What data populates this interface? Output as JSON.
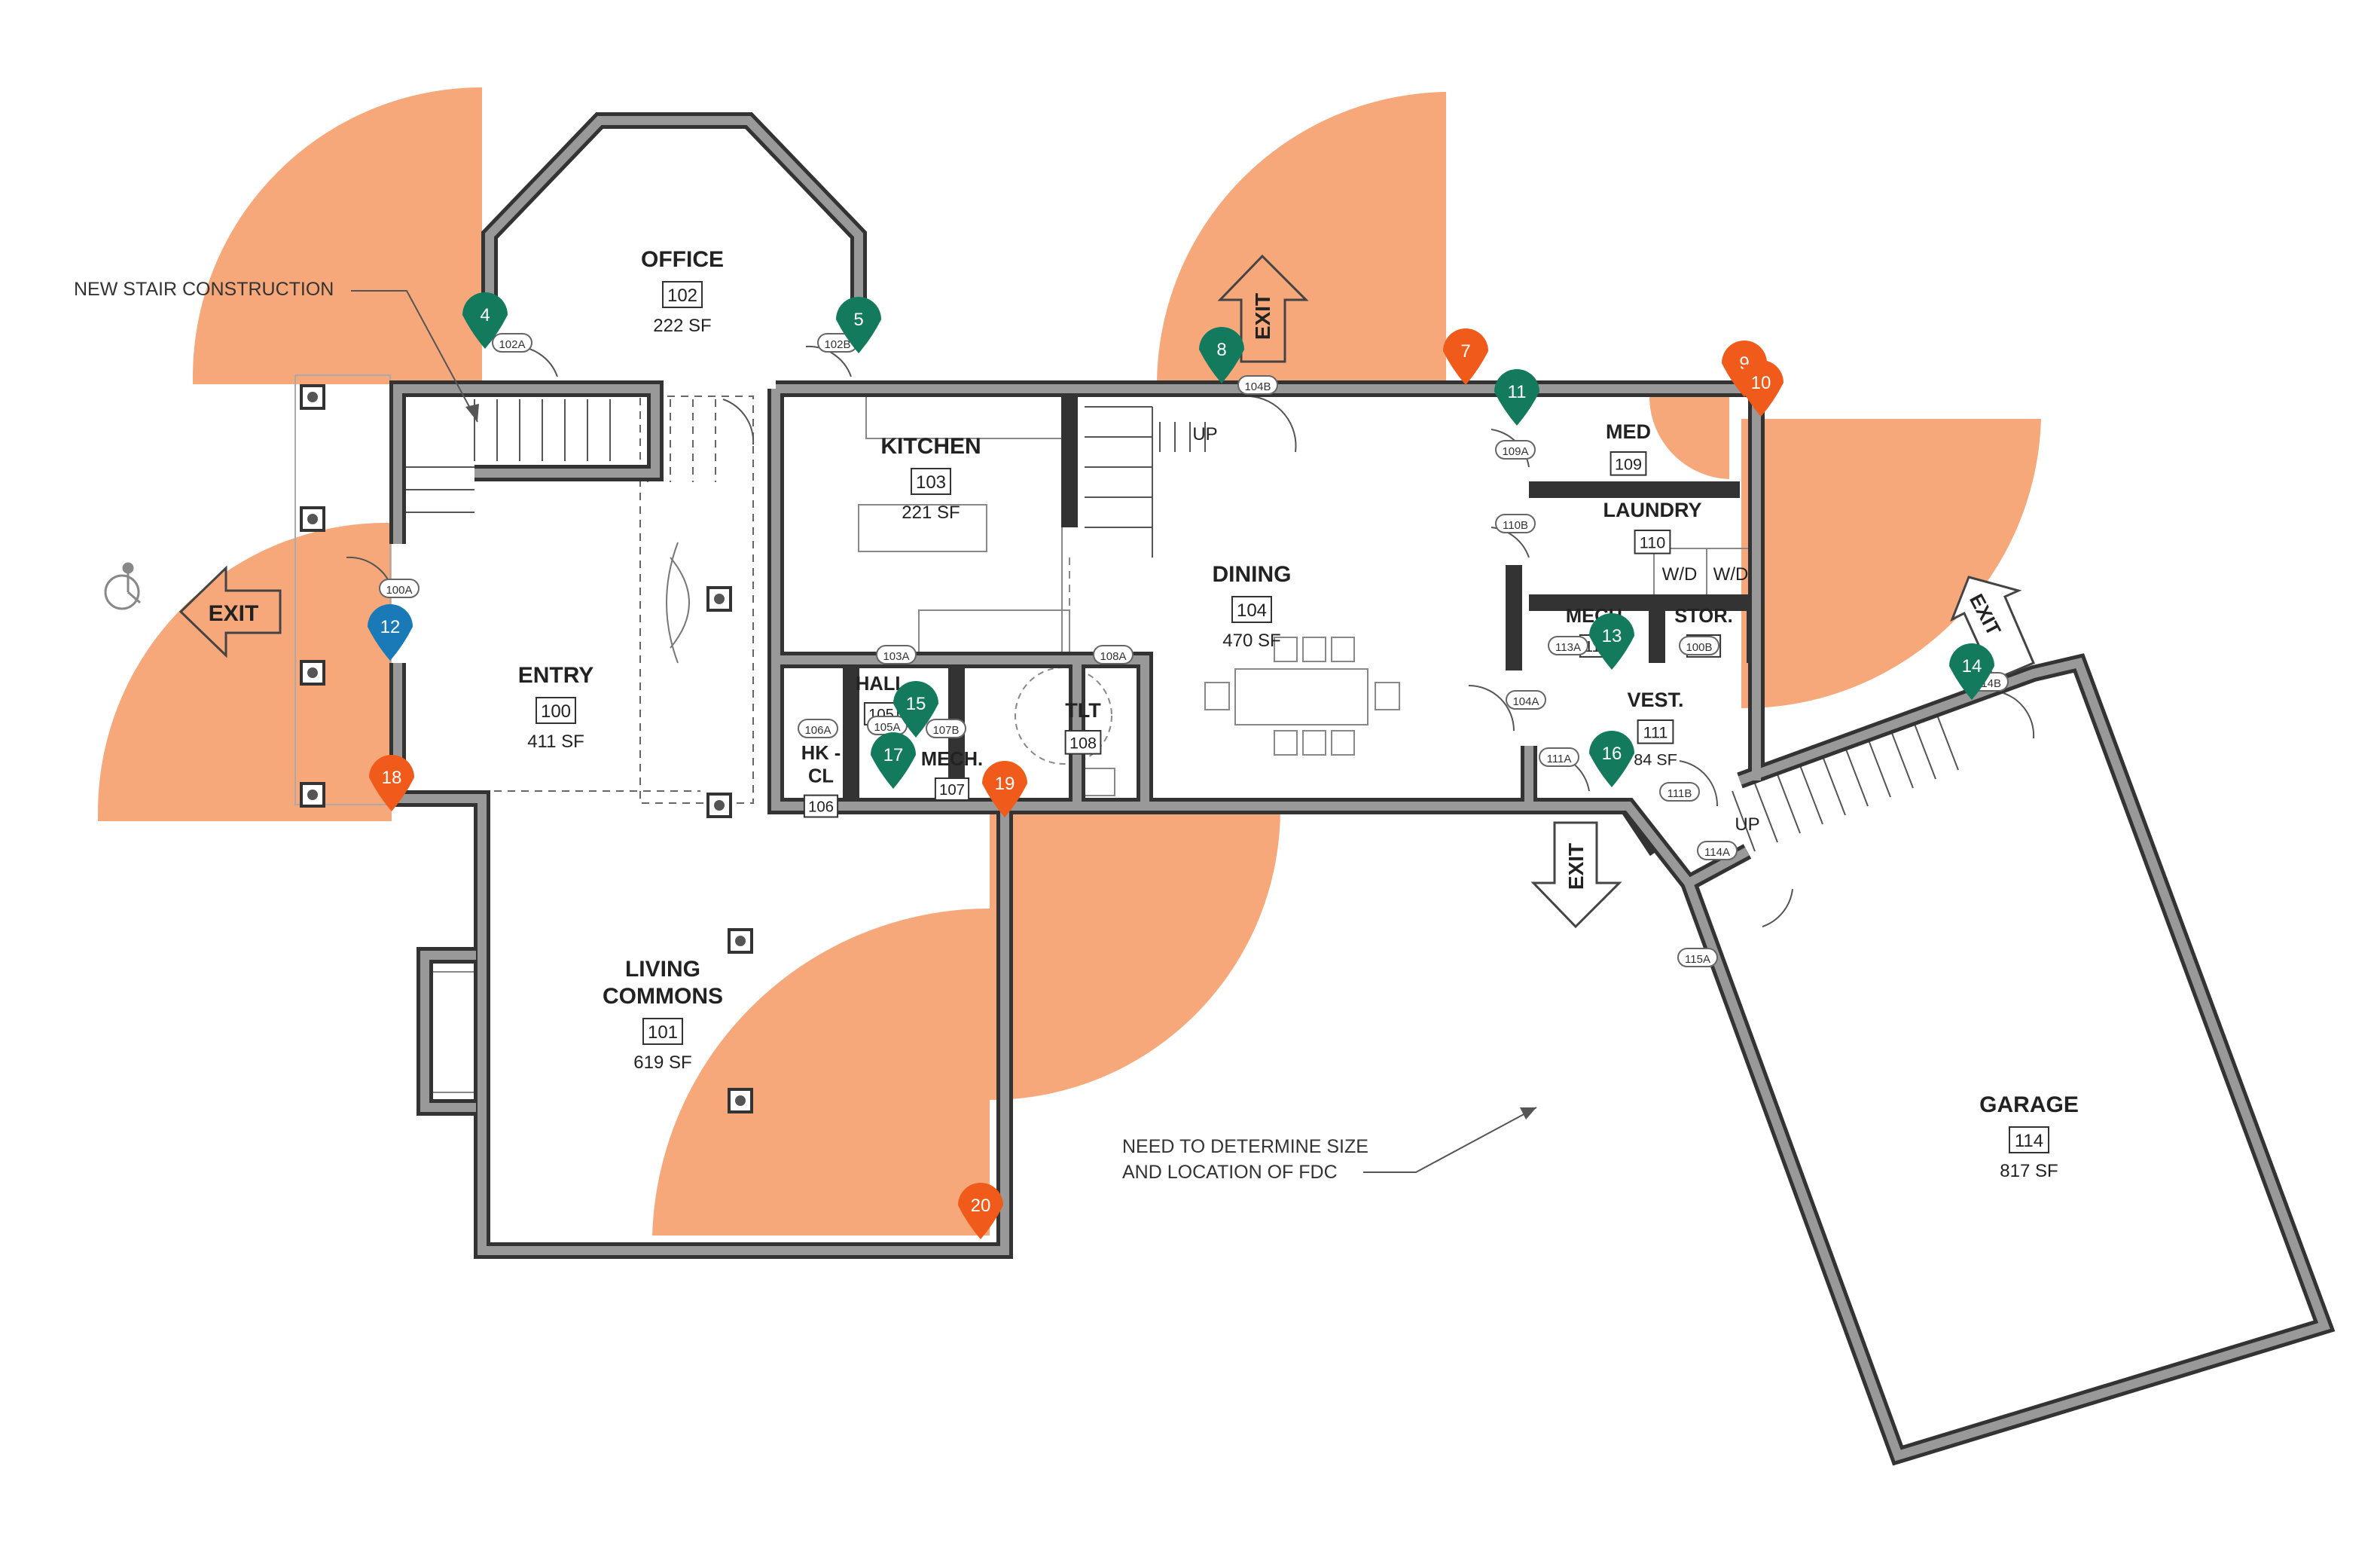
{
  "colors": {
    "zone": "#f7a87a",
    "wall": "#888888",
    "wall_edge": "#333333",
    "pin_green": "#137a5e",
    "pin_orange": "#f05a1a",
    "pin_blue": "#1a7ab8",
    "exit_fill": "#f7a87a",
    "exit_text": "#333333"
  },
  "notes": {
    "stair": "NEW STAIR CONSTRUCTION",
    "fdc_line1": "NEED TO DETERMINE SIZE",
    "fdc_line2": "AND LOCATION OF FDC"
  },
  "exit_label": "EXIT",
  "rooms": [
    {
      "id": "office",
      "lines": [
        "OFFICE"
      ],
      "number": "102",
      "area": "222 SF"
    },
    {
      "id": "kitchen",
      "lines": [
        "KITCHEN"
      ],
      "number": "103",
      "area": "221 SF"
    },
    {
      "id": "entry",
      "lines": [
        "ENTRY"
      ],
      "number": "100",
      "area": "411 SF"
    },
    {
      "id": "dining",
      "lines": [
        "DINING"
      ],
      "number": "104",
      "area": "470 SF"
    },
    {
      "id": "med",
      "lines": [
        "MED"
      ],
      "number": "109",
      "area": ""
    },
    {
      "id": "laundry",
      "lines": [
        "LAUNDRY"
      ],
      "number": "110",
      "area": ""
    },
    {
      "id": "living",
      "lines": [
        "LIVING",
        "COMMONS"
      ],
      "number": "101",
      "area": "619 SF"
    },
    {
      "id": "tlt",
      "lines": [
        "TLT"
      ],
      "number": "108",
      "area": ""
    },
    {
      "id": "hkcl",
      "lines": [
        "HK -",
        "CL"
      ],
      "number": "106",
      "area": ""
    },
    {
      "id": "mech107",
      "lines": [
        "MECH."
      ],
      "number": "107",
      "area": ""
    },
    {
      "id": "hall",
      "lines": [
        "HALL"
      ],
      "number": "105",
      "area": ""
    },
    {
      "id": "vest",
      "lines": [
        "VEST."
      ],
      "number": "111",
      "area": "84 SF"
    },
    {
      "id": "stor",
      "lines": [
        "STOR."
      ],
      "number": "112",
      "area": ""
    },
    {
      "id": "mech113",
      "lines": [
        "MECH."
      ],
      "number": "113",
      "area": ""
    },
    {
      "id": "garage",
      "lines": [
        "GARAGE"
      ],
      "number": "114",
      "area": "817 SF"
    }
  ],
  "door_tags": [
    "100A",
    "102A",
    "102B",
    "103A",
    "104A",
    "104B",
    "105A",
    "106A",
    "107B",
    "108A",
    "109A",
    "110B",
    "111A",
    "111B",
    "113A",
    "114A",
    "114B",
    "115A",
    "100B"
  ],
  "fixtures": {
    "washer": "W/D",
    "dryer": "W/D",
    "up": "UP"
  },
  "markers": [
    {
      "n": "4",
      "kind": "green"
    },
    {
      "n": "5",
      "kind": "green"
    },
    {
      "n": "7",
      "kind": "orange"
    },
    {
      "n": "8",
      "kind": "green"
    },
    {
      "n": "9",
      "kind": "orange"
    },
    {
      "n": "10",
      "kind": "orange"
    },
    {
      "n": "11",
      "kind": "green"
    },
    {
      "n": "12",
      "kind": "blue"
    },
    {
      "n": "13",
      "kind": "green"
    },
    {
      "n": "14",
      "kind": "green"
    },
    {
      "n": "15",
      "kind": "green"
    },
    {
      "n": "16",
      "kind": "green"
    },
    {
      "n": "17",
      "kind": "green"
    },
    {
      "n": "18",
      "kind": "orange"
    },
    {
      "n": "19",
      "kind": "orange"
    },
    {
      "n": "20",
      "kind": "orange"
    }
  ]
}
